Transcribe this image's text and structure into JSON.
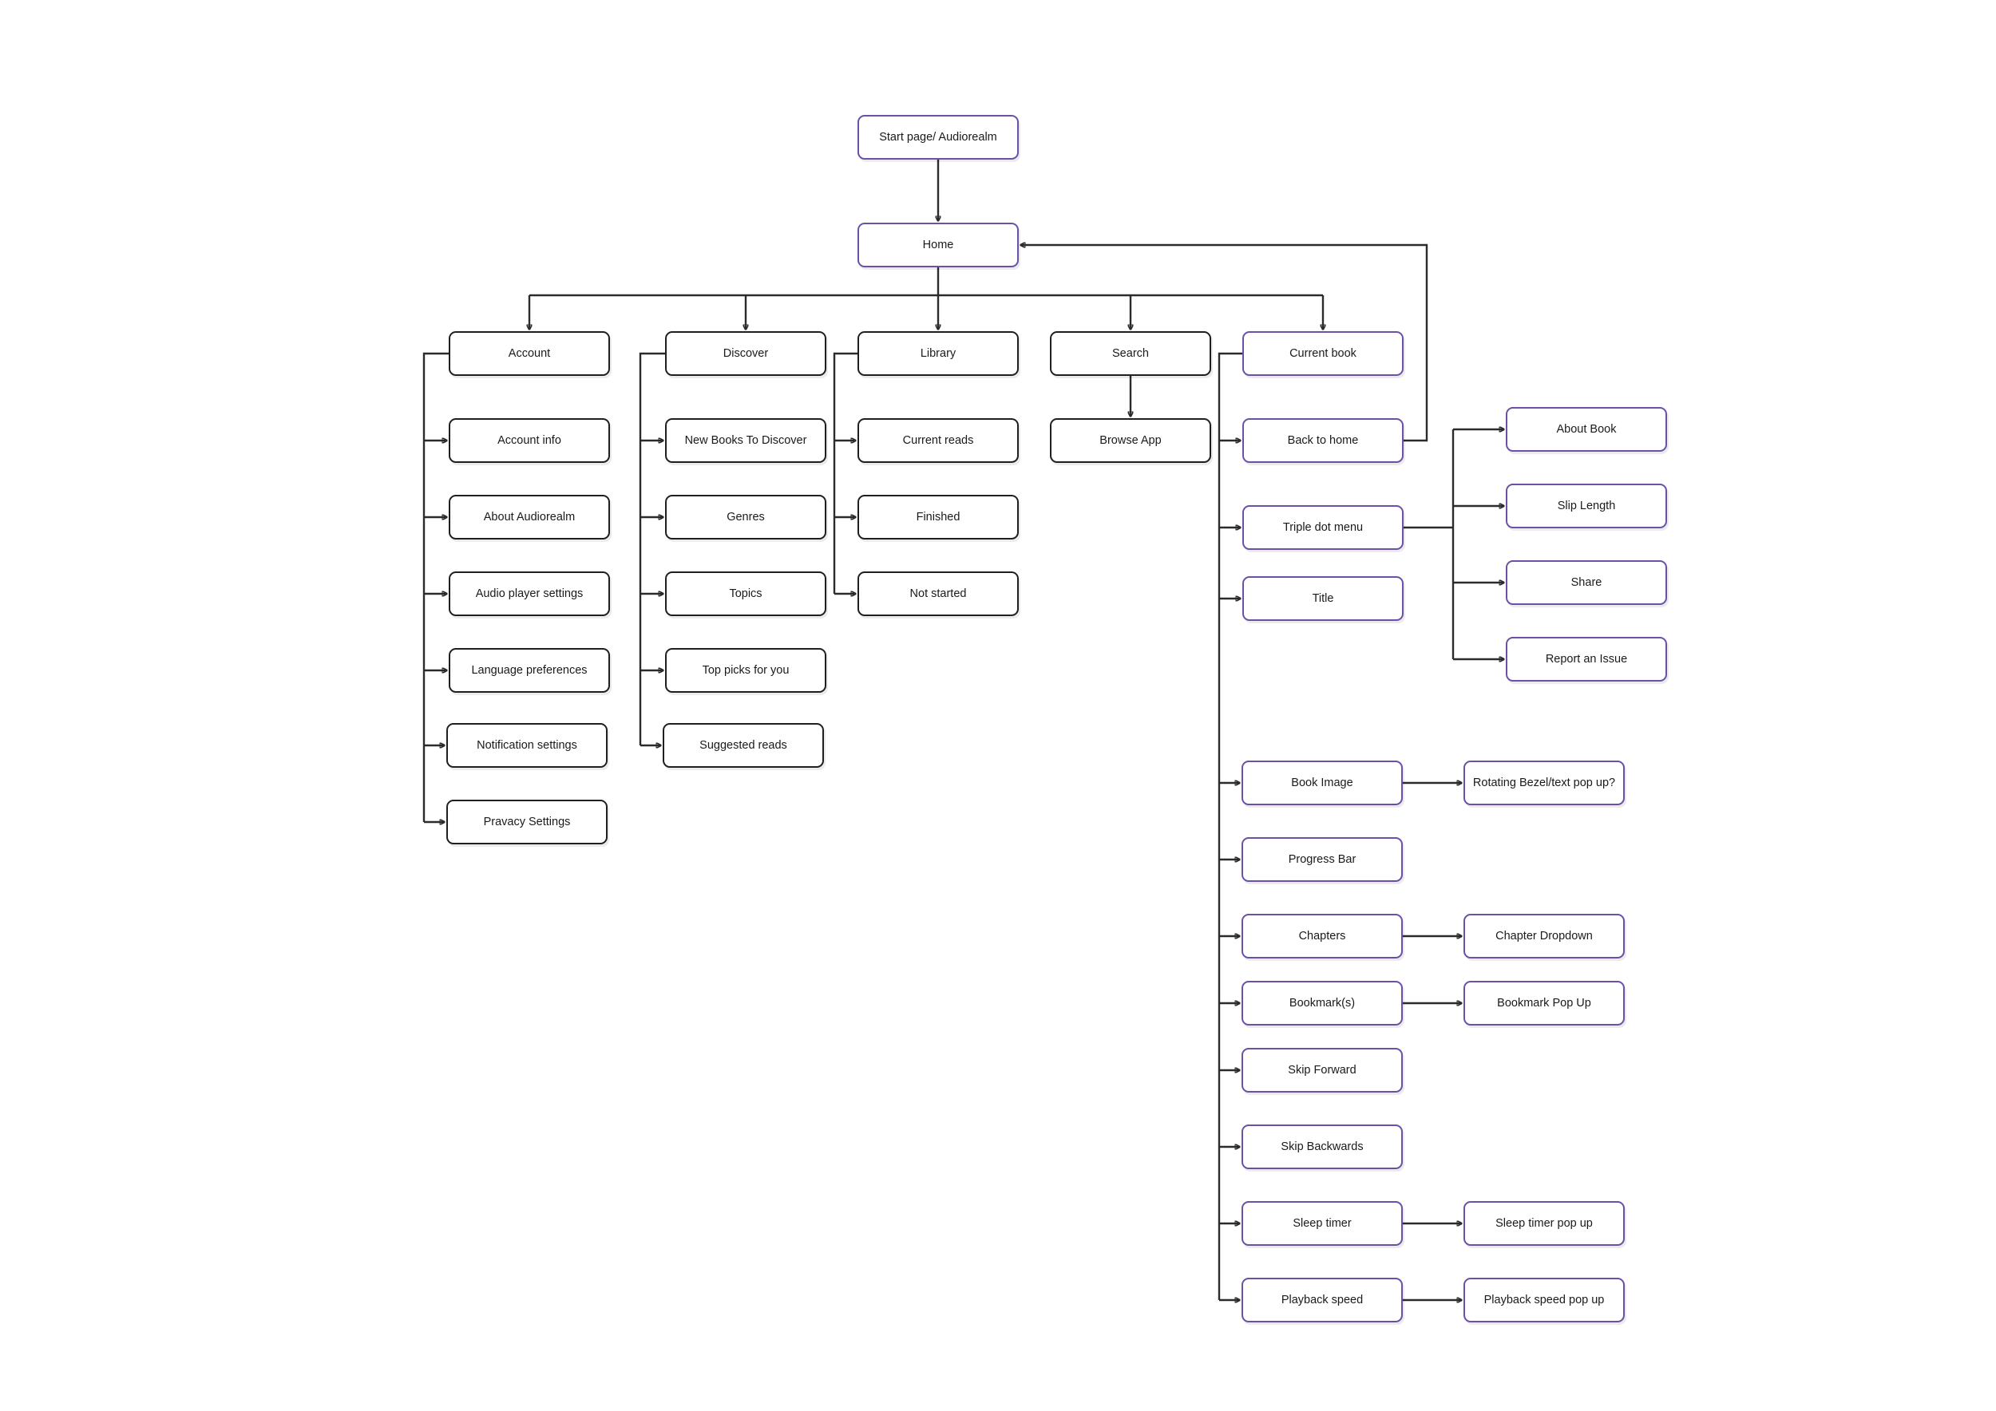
{
  "colors": {
    "purple_border": "#6b4fa8",
    "black_border": "#1f1f1f",
    "connector": "#2b2b2b",
    "background": "#ffffff"
  },
  "nodes": {
    "start": "Start page/ Audiorealm",
    "home": "Home",
    "account": "Account",
    "discover": "Discover",
    "library": "Library",
    "search": "Search",
    "current_book": "Current book",
    "account_info": "Account info",
    "about_audiorealm": "About Audiorealm",
    "audio_player_settings": "Audio player settings",
    "language_preferences": "Language preferences",
    "notification_settings": "Notification settings",
    "privacy_settings": "Pravacy Settings",
    "new_books": "New Books To Discover",
    "genres": "Genres",
    "topics": "Topics",
    "top_picks": "Top picks for you",
    "suggested_reads": "Suggested reads",
    "current_reads": "Current reads",
    "finished": "Finished",
    "not_started": "Not started",
    "browse_app": "Browse App",
    "back_to_home": "Back to home",
    "triple_dot_menu": "Triple dot menu",
    "title": "Title",
    "about_book": "About Book",
    "slip_length": "Slip Length",
    "share": "Share",
    "report_issue": "Report an Issue",
    "book_image": "Book Image",
    "rotating_bezel": "Rotating Bezel/text pop up?",
    "progress_bar": "Progress Bar",
    "chapters": "Chapters",
    "chapter_dropdown": "Chapter Dropdown",
    "bookmarks": "Bookmark(s)",
    "bookmark_popup": "Bookmark Pop Up",
    "skip_forward": "Skip Forward",
    "skip_backwards": "Skip Backwards",
    "sleep_timer": "Sleep timer",
    "sleep_timer_popup": "Sleep timer pop up",
    "playback_speed": "Playback speed",
    "playback_speed_popup": "Playback speed pop up"
  }
}
